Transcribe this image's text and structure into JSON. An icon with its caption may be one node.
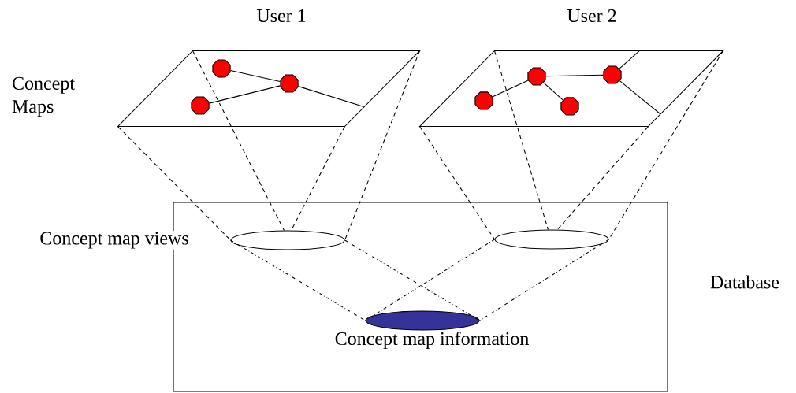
{
  "diagram": {
    "nodes": [
      {
        "text": [],
        "shape": "box",
        "beside": [
          "Database"
        ]
      },
      {
        "text": [],
        "shape": "parallelogram",
        "beside": [
          "User 1"
        ]
      },
      {
        "text": [],
        "shape": "octagon",
        "in": 1
      },
      {
        "text": [],
        "shape": "octagon",
        "in": 1
      },
      {
        "text": [],
        "shape": "octagon",
        "in": 1
      },
      {
        "text": [],
        "shape": "parallelogram",
        "beside": [
          "User 2"
        ]
      },
      {
        "text": [],
        "shape": "octagon",
        "in": 5
      },
      {
        "text": [],
        "shape": "octagon",
        "in": 5
      },
      {
        "text": [],
        "shape": "octagon",
        "in": 5
      },
      {
        "text": [],
        "shape": "octagon",
        "in": 5
      },
      {
        "text": [],
        "shape": "ellipse",
        "in": 0,
        "beside": [
          "Concept map views"
        ]
      },
      {
        "text": [],
        "shape": "ellipse",
        "in": 0
      },
      {
        "text": [],
        "shape": "ellipse",
        "in": 0,
        "beside": [
          "Concept map information"
        ]
      }
    ],
    "edges": [
      {
        "from": 2,
        "to": 3,
        "arrow": "none"
      },
      {
        "from": 3,
        "to": 4,
        "arrow": "none"
      },
      {
        "from": 3,
        "to": 1,
        "arrow": "none"
      },
      {
        "from": 6,
        "to": 7,
        "arrow": "none"
      },
      {
        "from": 7,
        "to": 9,
        "arrow": "none"
      },
      {
        "from": 7,
        "to": 8,
        "arrow": "none"
      },
      {
        "from": 9,
        "to": 5,
        "arrow": "none"
      },
      {
        "from": 9,
        "to": 5,
        "arrow": "none"
      },
      {
        "from": 1,
        "to": 10,
        "arrow": "none",
        "style": "dashed"
      },
      {
        "from": 1,
        "to": 10,
        "arrow": "none",
        "style": "dashed"
      },
      {
        "from": 1,
        "to": 10,
        "arrow": "none",
        "style": "dashed"
      },
      {
        "from": 1,
        "to": 10,
        "arrow": "none",
        "style": "dashed"
      },
      {
        "from": 5,
        "to": 11,
        "arrow": "none",
        "style": "dashed"
      },
      {
        "from": 5,
        "to": 11,
        "arrow": "none",
        "style": "dashed"
      },
      {
        "from": 5,
        "to": 11,
        "arrow": "none",
        "style": "dashed"
      },
      {
        "from": 5,
        "to": 11,
        "arrow": "none",
        "style": "dashed"
      },
      {
        "from": 10,
        "to": 12,
        "arrow": "none",
        "style": "dashed"
      },
      {
        "from": 10,
        "to": 12,
        "arrow": "none",
        "style": "dashed"
      },
      {
        "from": 11,
        "to": 12,
        "arrow": "none",
        "style": "dashed"
      },
      {
        "from": 11,
        "to": 12,
        "arrow": "none",
        "style": "dashed"
      }
    ],
    "labels": [
      "Concept Maps"
    ]
  }
}
